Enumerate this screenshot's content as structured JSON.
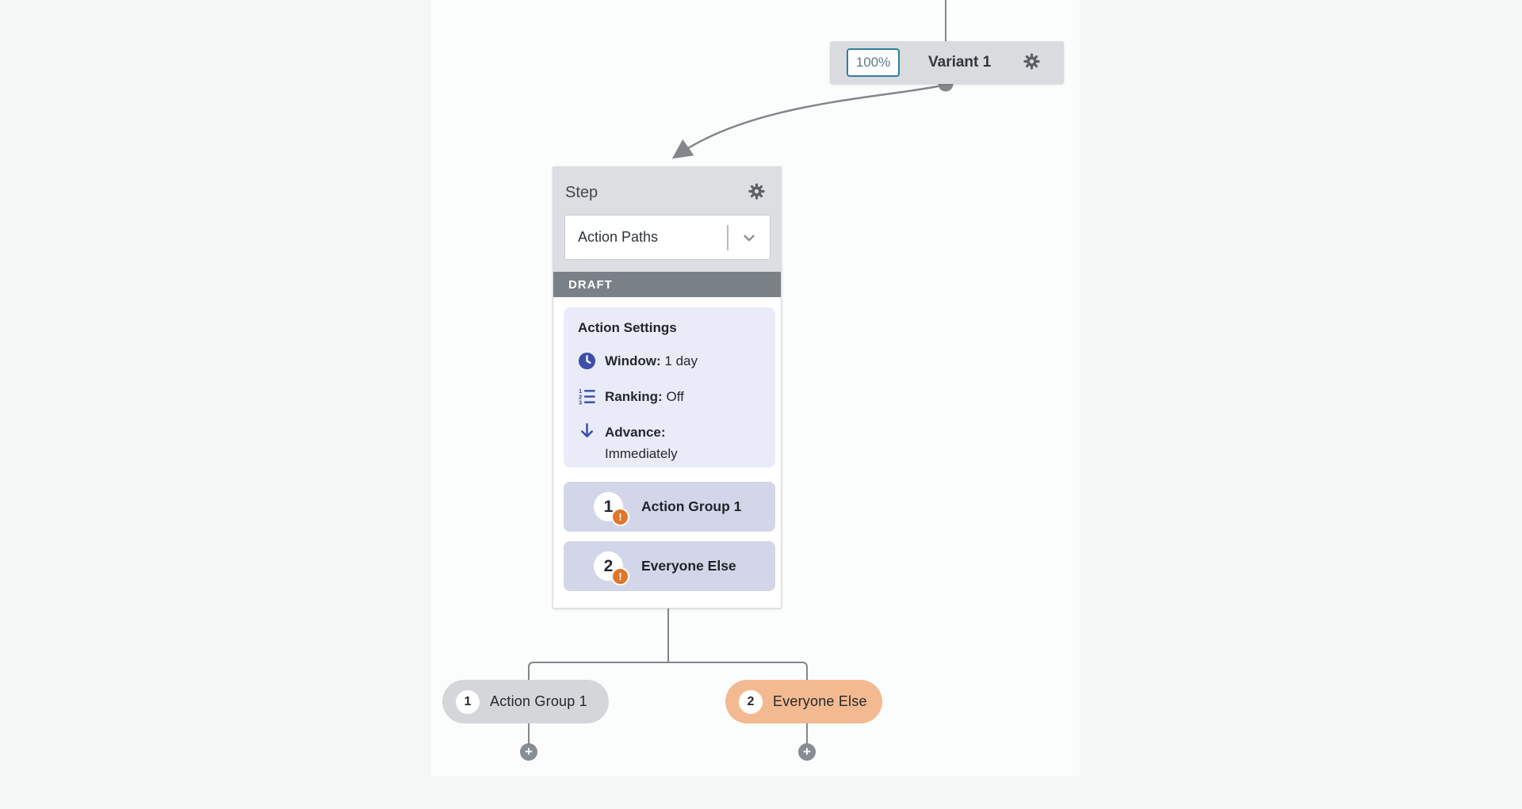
{
  "variant_node": {
    "percent": "100%",
    "title": "Variant 1"
  },
  "step_card": {
    "title": "Step",
    "type_selector": {
      "value": "Action Paths"
    },
    "status": "DRAFT",
    "settings": {
      "title": "Action Settings",
      "rows": [
        {
          "icon": "clock-icon",
          "label": "Window:",
          "value": "1 day"
        },
        {
          "icon": "ranked-list-icon",
          "label": "Ranking:",
          "value": "Off"
        },
        {
          "icon": "down-arrow-icon",
          "label": "Advance:",
          "value": "Immediately"
        }
      ]
    },
    "groups": [
      {
        "number": "1",
        "label": "Action Group 1",
        "warning_glyph": "!"
      },
      {
        "number": "2",
        "label": "Everyone Else",
        "warning_glyph": "!"
      }
    ]
  },
  "branches": [
    {
      "number": "1",
      "label": "Action Group 1"
    },
    {
      "number": "2",
      "label": "Everyone Else"
    }
  ],
  "add_step_glyph": "+",
  "colors": {
    "canvas_gray": "#f5f6f6",
    "canvas_white": "#fbfcfc",
    "node_gray": "#d9dbde",
    "badge_border_teal": "#2f7e9e",
    "draft_bar_gray": "#798086",
    "settings_lavender": "#e9ebf8",
    "group_row_lavender": "#d3d6e9",
    "accent_indigo": "#3c4fad",
    "warning_orange": "#df762a",
    "connector_gray": "#82878c",
    "pill_gray": "#d4d6d9",
    "pill_peach": "#f3ba92"
  }
}
